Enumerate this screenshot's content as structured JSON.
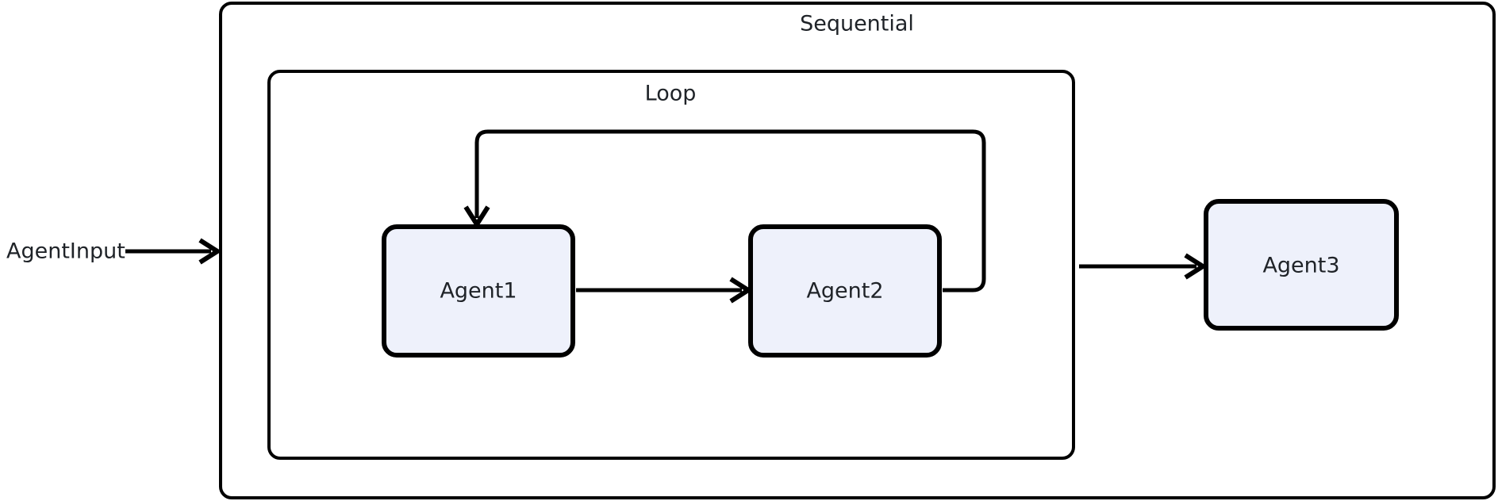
{
  "diagram": {
    "type": "agent-workflow-flowchart",
    "background_color": "#ffffff",
    "node_fill_color": "#eef1fb",
    "stroke_color": "#000000",
    "text_color": "#1f2328",
    "external_input": {
      "label": "AgentInput"
    },
    "groups": [
      {
        "id": "sequential",
        "title": "Sequential"
      },
      {
        "id": "loop",
        "title": "Loop"
      }
    ],
    "nodes": [
      {
        "id": "agent1",
        "label": "Agent1",
        "group": "loop"
      },
      {
        "id": "agent2",
        "label": "Agent2",
        "group": "loop"
      },
      {
        "id": "agent3",
        "label": "Agent3",
        "group": "sequential"
      }
    ],
    "edges": [
      {
        "from": "AgentInput",
        "to": "Sequential",
        "label": ""
      },
      {
        "from": "Agent1",
        "to": "Agent2",
        "label": ""
      },
      {
        "from": "Agent2",
        "to": "Agent1",
        "label": "",
        "kind": "loop-back"
      },
      {
        "from": "Loop",
        "to": "Agent3",
        "label": ""
      }
    ]
  }
}
